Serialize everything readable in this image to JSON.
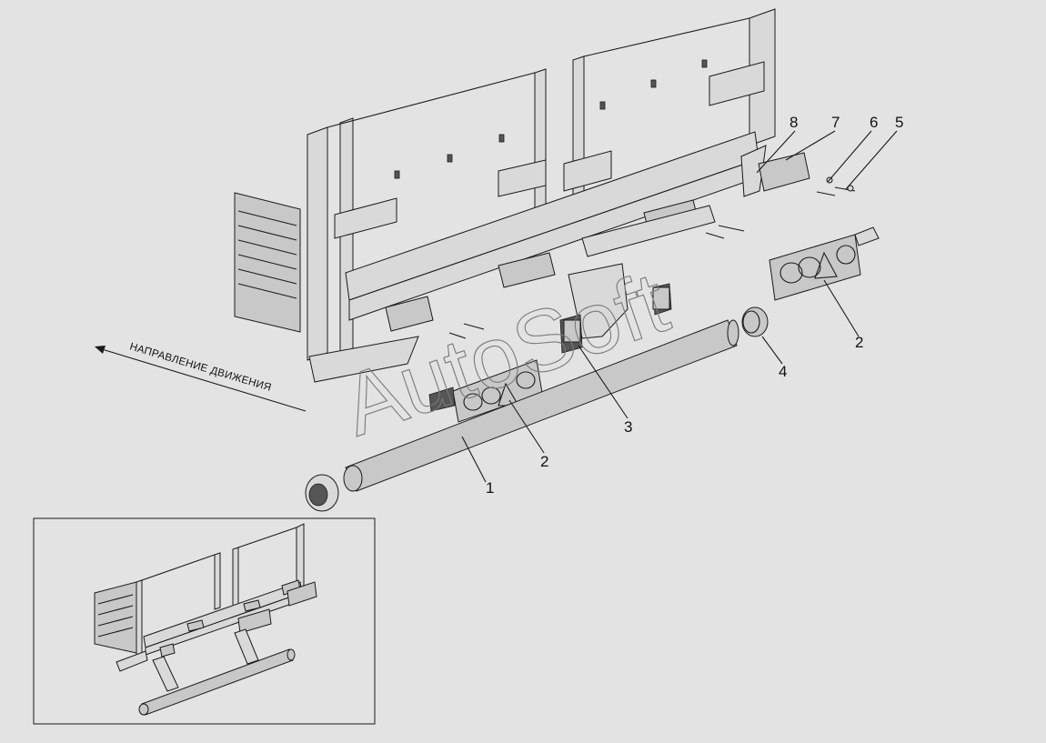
{
  "direction_label": "НАПРАВЛЕНИЕ ДВИЖЕНИЯ",
  "watermark": "AutoSoft",
  "callouts": [
    "1",
    "2",
    "2",
    "3",
    "4",
    "5",
    "6",
    "7",
    "8"
  ],
  "colors": {
    "background": "#e3e3e3",
    "line": "#1a1a1a",
    "watermark": "#7a7a7a"
  }
}
